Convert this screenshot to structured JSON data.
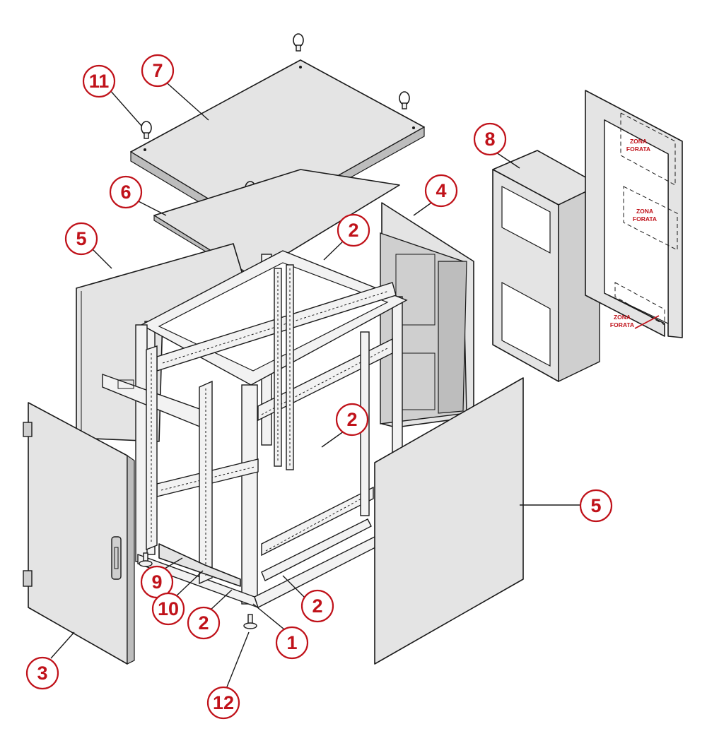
{
  "callouts": [
    {
      "label": "1",
      "part": "frame"
    },
    {
      "label": "2",
      "part": "crossbar"
    },
    {
      "label": "3",
      "part": "front-door"
    },
    {
      "label": "4",
      "part": "rear-door"
    },
    {
      "label": "5",
      "part": "side-panel"
    },
    {
      "label": "6",
      "part": "roof-gasket"
    },
    {
      "label": "7",
      "part": "roof"
    },
    {
      "label": "8",
      "part": "air-conditioner"
    },
    {
      "label": "9",
      "part": "mounting-plate"
    },
    {
      "label": "10",
      "part": "mounting-rail"
    },
    {
      "label": "11",
      "part": "lifting-eyebolt"
    },
    {
      "label": "12",
      "part": "leveling-foot"
    }
  ],
  "zone_labels": {
    "top_line1": "ZONA",
    "top_line2": "FORATA",
    "middle_line1": "ZONA",
    "middle_line2": "FORATA",
    "bottom_line1": "ZONA",
    "bottom_line2": "FORATA"
  },
  "colors": {
    "callout": "#c0121a",
    "line": "#1a1a1a",
    "panel_fill": "#e4e4e4"
  }
}
